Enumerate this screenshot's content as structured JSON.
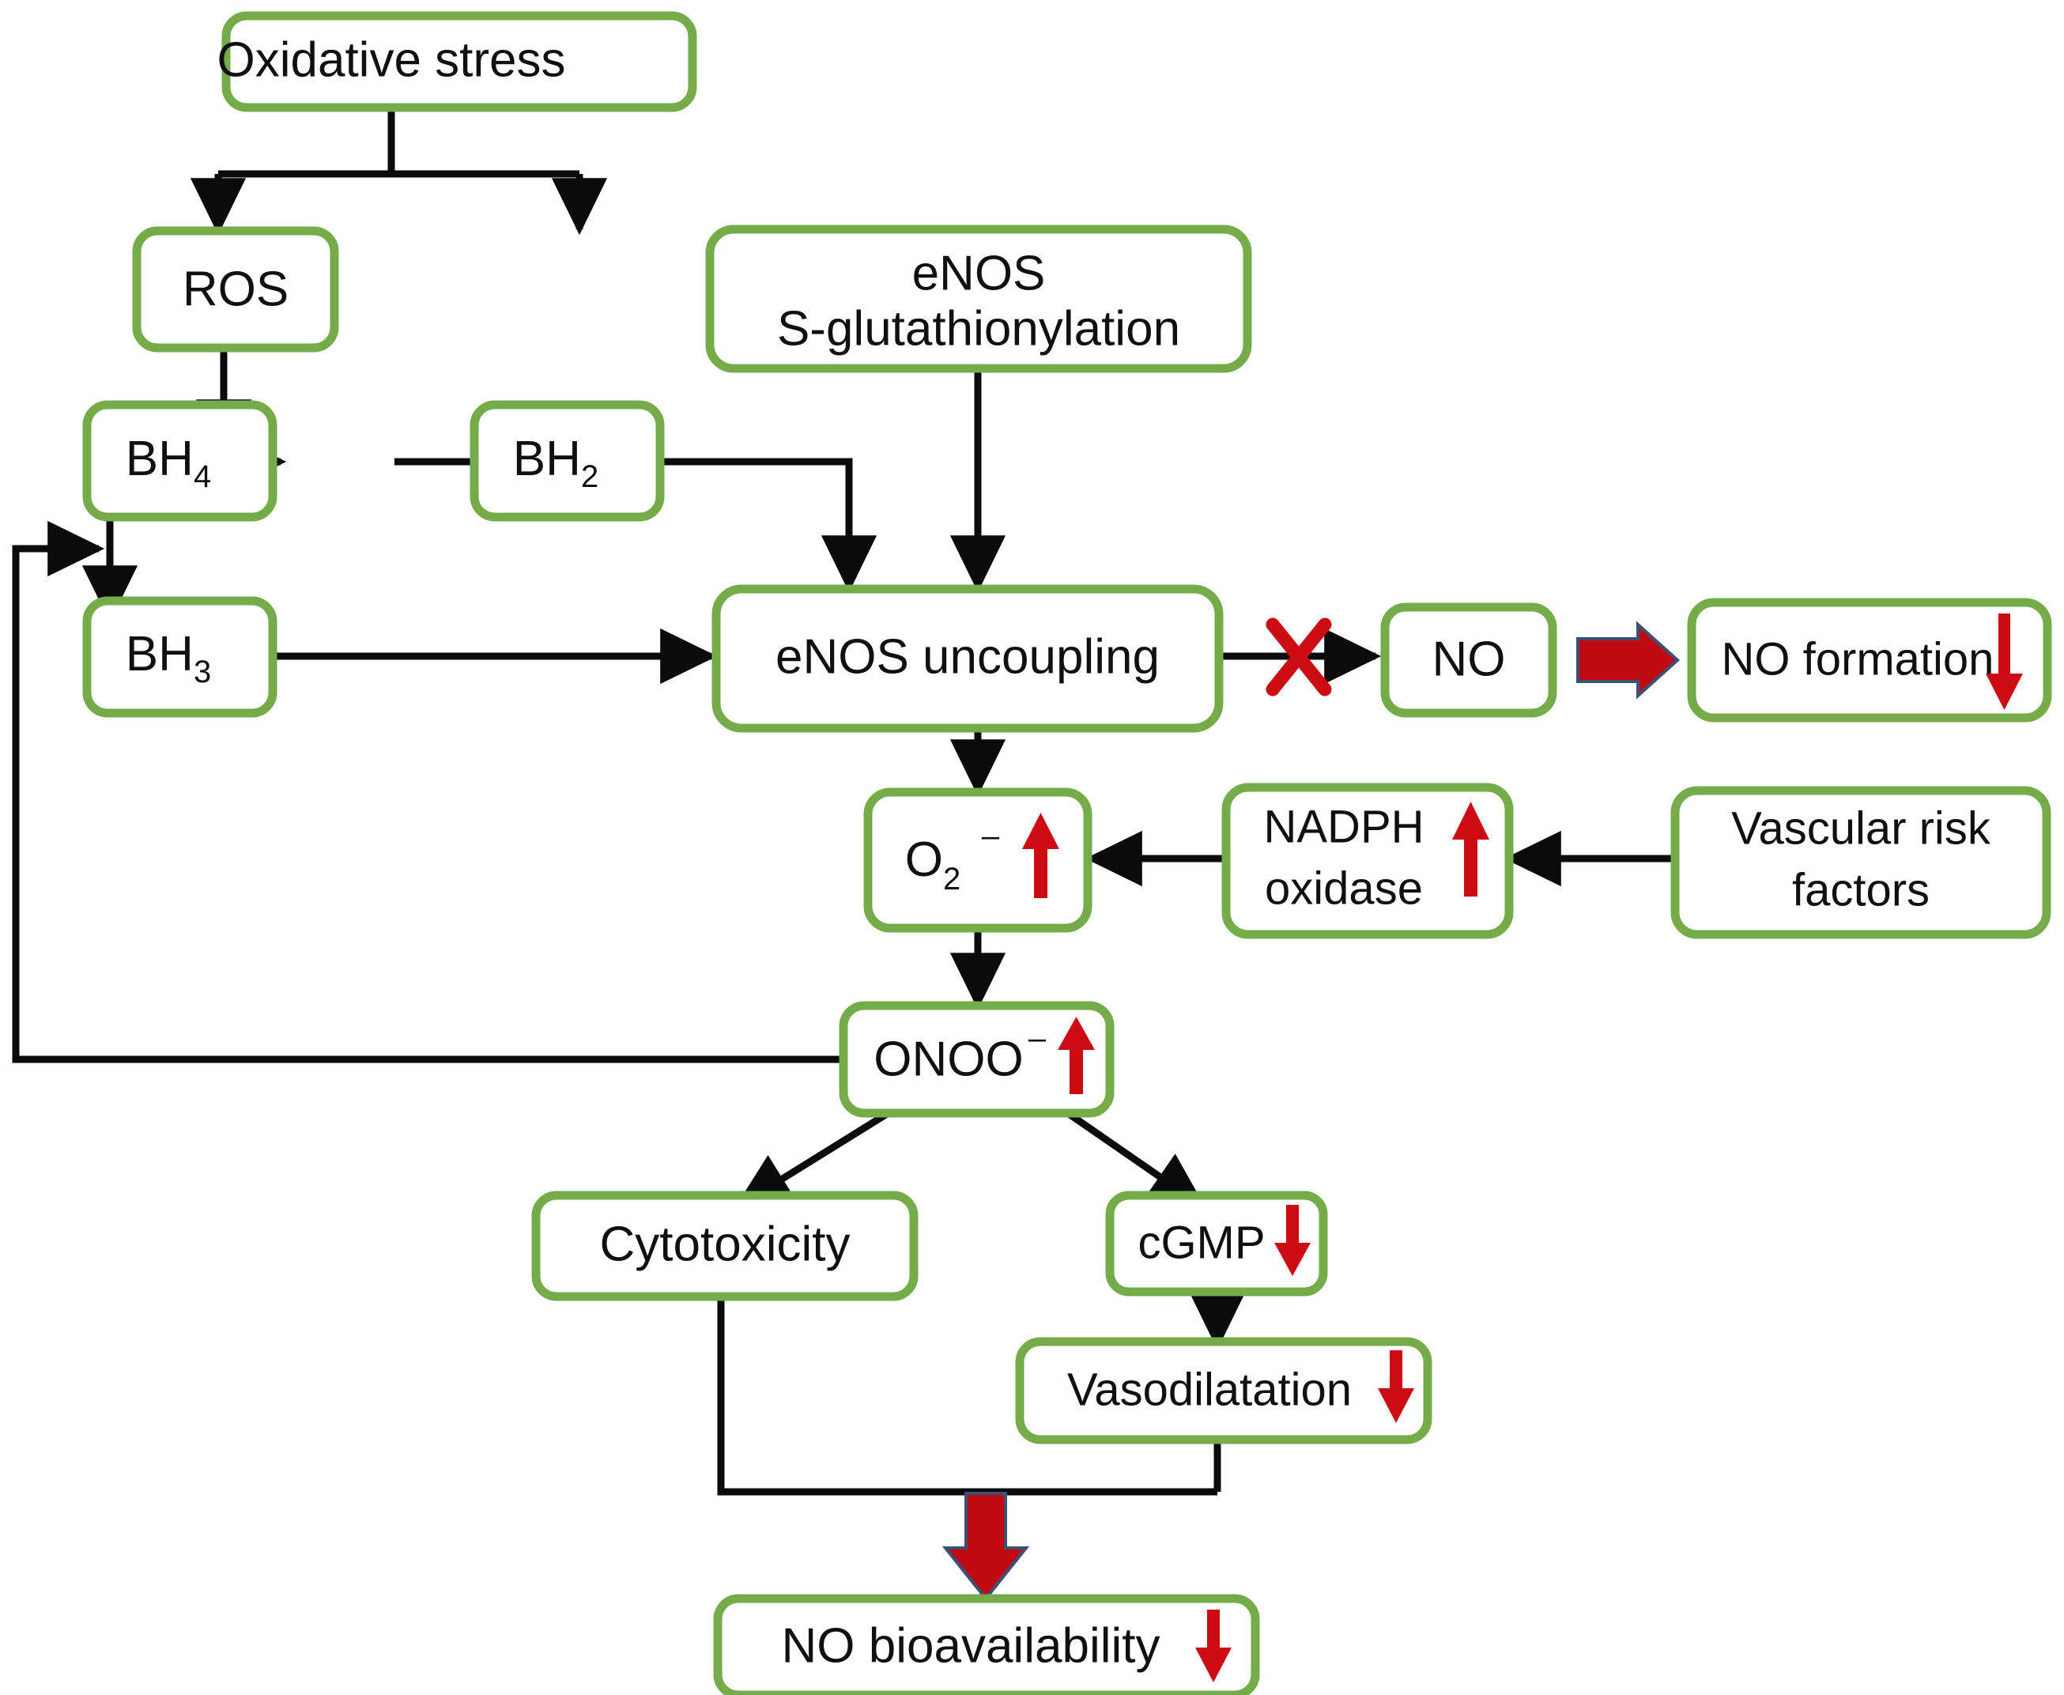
{
  "diagram": {
    "title": "Oxidative stress and eNOS uncoupling pathway",
    "colors": {
      "node_border": "#76ab49",
      "node_fill": "#ffffff",
      "connector": "#0b0b0b",
      "accent_red": "#cc0b12",
      "big_arrow_outline": "#3c4f74",
      "text": "#101010"
    },
    "nodes": [
      {
        "id": "oxidative-stress",
        "label": "Oxidative stress"
      },
      {
        "id": "ros",
        "label": "ROS"
      },
      {
        "id": "enos-s-glutathionylation",
        "label_line1": "eNOS",
        "label_line2": "S-glutathionylation"
      },
      {
        "id": "bh4",
        "label_base": "BH",
        "label_sub": "4"
      },
      {
        "id": "bh2",
        "label_base": "BH",
        "label_sub": "2"
      },
      {
        "id": "bh3",
        "label_base": "BH",
        "label_sub": "3"
      },
      {
        "id": "enos-uncoupling",
        "label": "eNOS uncoupling"
      },
      {
        "id": "no",
        "label": "NO"
      },
      {
        "id": "no-formation",
        "label": "NO formation",
        "trend": "down"
      },
      {
        "id": "superoxide",
        "label_base": "O",
        "label_sub": "2",
        "label_sup": "–",
        "trend": "up"
      },
      {
        "id": "nadph-oxidase",
        "label_line1": "NADPH",
        "label_line2": "oxidase",
        "trend": "up"
      },
      {
        "id": "vascular-risk-factors",
        "label_line1": "Vascular risk",
        "label_line2": "factors"
      },
      {
        "id": "peroxynitrite",
        "label_base": "ONOO",
        "label_sup": "–",
        "trend": "up"
      },
      {
        "id": "cytotoxicity",
        "label": "Cytotoxicity"
      },
      {
        "id": "cgmp",
        "label": "cGMP",
        "trend": "down"
      },
      {
        "id": "vasodilatation",
        "label": "Vasodilatation",
        "trend": "down"
      },
      {
        "id": "no-bioavailability",
        "label": "NO bioavailability",
        "trend": "down"
      }
    ],
    "markers": [
      {
        "id": "blocked-x",
        "name": "red-x-block",
        "meaning": "blocked / inhibited"
      },
      {
        "id": "red-arrow-no",
        "name": "red-block-arrow-right",
        "meaning": "leads to"
      },
      {
        "id": "red-arrow-bottom",
        "name": "red-block-arrow-down",
        "meaning": "leads to"
      }
    ],
    "edges": [
      {
        "from": "oxidative-stress",
        "to": "ros"
      },
      {
        "from": "oxidative-stress",
        "to": "enos-s-glutathionylation"
      },
      {
        "from": "ros",
        "to": "bh4-to-bh2-conversion"
      },
      {
        "from": "bh4",
        "to": "bh2"
      },
      {
        "from": "bh4",
        "to": "bh3"
      },
      {
        "from": "bh2",
        "to": "enos-uncoupling"
      },
      {
        "from": "bh3",
        "to": "enos-uncoupling"
      },
      {
        "from": "enos-s-glutathionylation",
        "to": "enos-uncoupling"
      },
      {
        "from": "enos-uncoupling",
        "to": "no",
        "marker": "blocked-x"
      },
      {
        "from": "no",
        "to": "no-formation",
        "marker": "red-arrow-no"
      },
      {
        "from": "enos-uncoupling",
        "to": "superoxide"
      },
      {
        "from": "nadph-oxidase",
        "to": "superoxide"
      },
      {
        "from": "vascular-risk-factors",
        "to": "nadph-oxidase"
      },
      {
        "from": "superoxide",
        "to": "peroxynitrite"
      },
      {
        "from": "peroxynitrite",
        "to": "bh3-feedback"
      },
      {
        "from": "peroxynitrite",
        "to": "cytotoxicity"
      },
      {
        "from": "peroxynitrite",
        "to": "cgmp"
      },
      {
        "from": "cgmp",
        "to": "vasodilatation"
      },
      {
        "from": "cytotoxicity",
        "to": "no-bioavailability",
        "marker": "red-arrow-bottom"
      },
      {
        "from": "vasodilatation",
        "to": "no-bioavailability",
        "marker": "red-arrow-bottom"
      }
    ]
  }
}
